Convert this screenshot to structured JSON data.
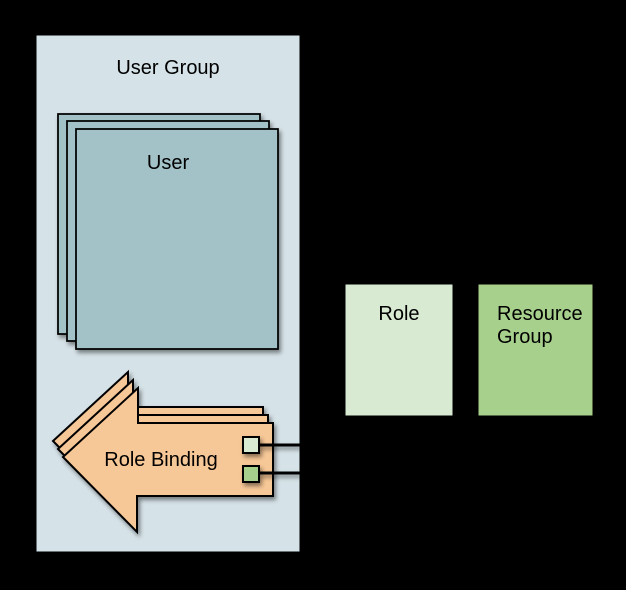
{
  "diagram": {
    "kind": "rbac-binding-diagram",
    "nodes": {
      "user_group": {
        "label": "User Group",
        "fill": "#d5e2e7"
      },
      "user": {
        "label": "User",
        "fill": "#a3c2c7",
        "stack_count": 3
      },
      "role_binding": {
        "label": "Role Binding",
        "fill": "#f7c897",
        "stack_count": 3
      },
      "role": {
        "label": "Role",
        "fill": "#d9ead3"
      },
      "resource_group": {
        "label": "Resource Group",
        "fill": "#a8d08d"
      }
    },
    "connectors": {
      "role_ref_square_fill": "#d9ead3",
      "resource_ref_square_fill": "#a8d08d",
      "line_color": "#000000"
    },
    "colors": {
      "background": "#000000",
      "stroke": "#000000",
      "text": "#000000"
    }
  }
}
